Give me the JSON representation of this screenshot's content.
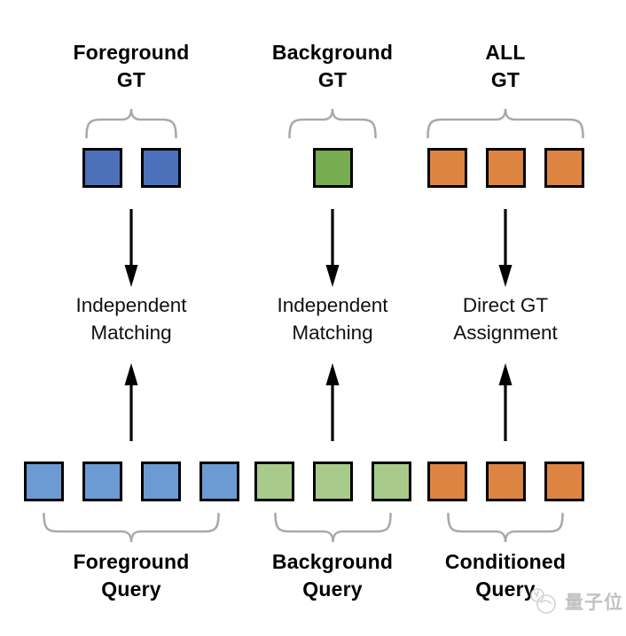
{
  "diagram": {
    "columns": [
      {
        "id": "foreground",
        "gt_title_line1": "Foreground",
        "gt_title_line2": "GT",
        "gt_squares": {
          "count": 2,
          "color": "#4C70BA",
          "name": "foreground-gt-square"
        },
        "process_line1": "Independent",
        "process_line2": "Matching",
        "query_squares": {
          "count": 4,
          "color": "#6C9BD3",
          "name": "foreground-query-square"
        },
        "query_title_line1": "Foreground",
        "query_title_line2": "Query"
      },
      {
        "id": "background",
        "gt_title_line1": "Background",
        "gt_title_line2": "GT",
        "gt_squares": {
          "count": 1,
          "color": "#76AD51",
          "name": "background-gt-square"
        },
        "process_line1": "Independent",
        "process_line2": "Matching",
        "query_squares": {
          "count": 3,
          "color": "#A8CB8B",
          "name": "background-query-square"
        },
        "query_title_line1": "Background",
        "query_title_line2": "Query"
      },
      {
        "id": "all",
        "gt_title_line1": "ALL",
        "gt_title_line2": "GT",
        "gt_squares": {
          "count": 3,
          "color": "#DD8443",
          "name": "all-gt-square"
        },
        "process_line1": "Direct GT",
        "process_line2": "Assignment",
        "query_squares": {
          "count": 3,
          "color": "#DD8443",
          "name": "conditioned-query-square"
        },
        "query_title_line1": "Conditioned",
        "query_title_line2": "Query"
      }
    ],
    "style": {
      "brace_color": "#a9a9a9",
      "arrow_color": "#000000",
      "square_border_color": "#000000"
    }
  },
  "watermark": {
    "text": "量子位"
  }
}
